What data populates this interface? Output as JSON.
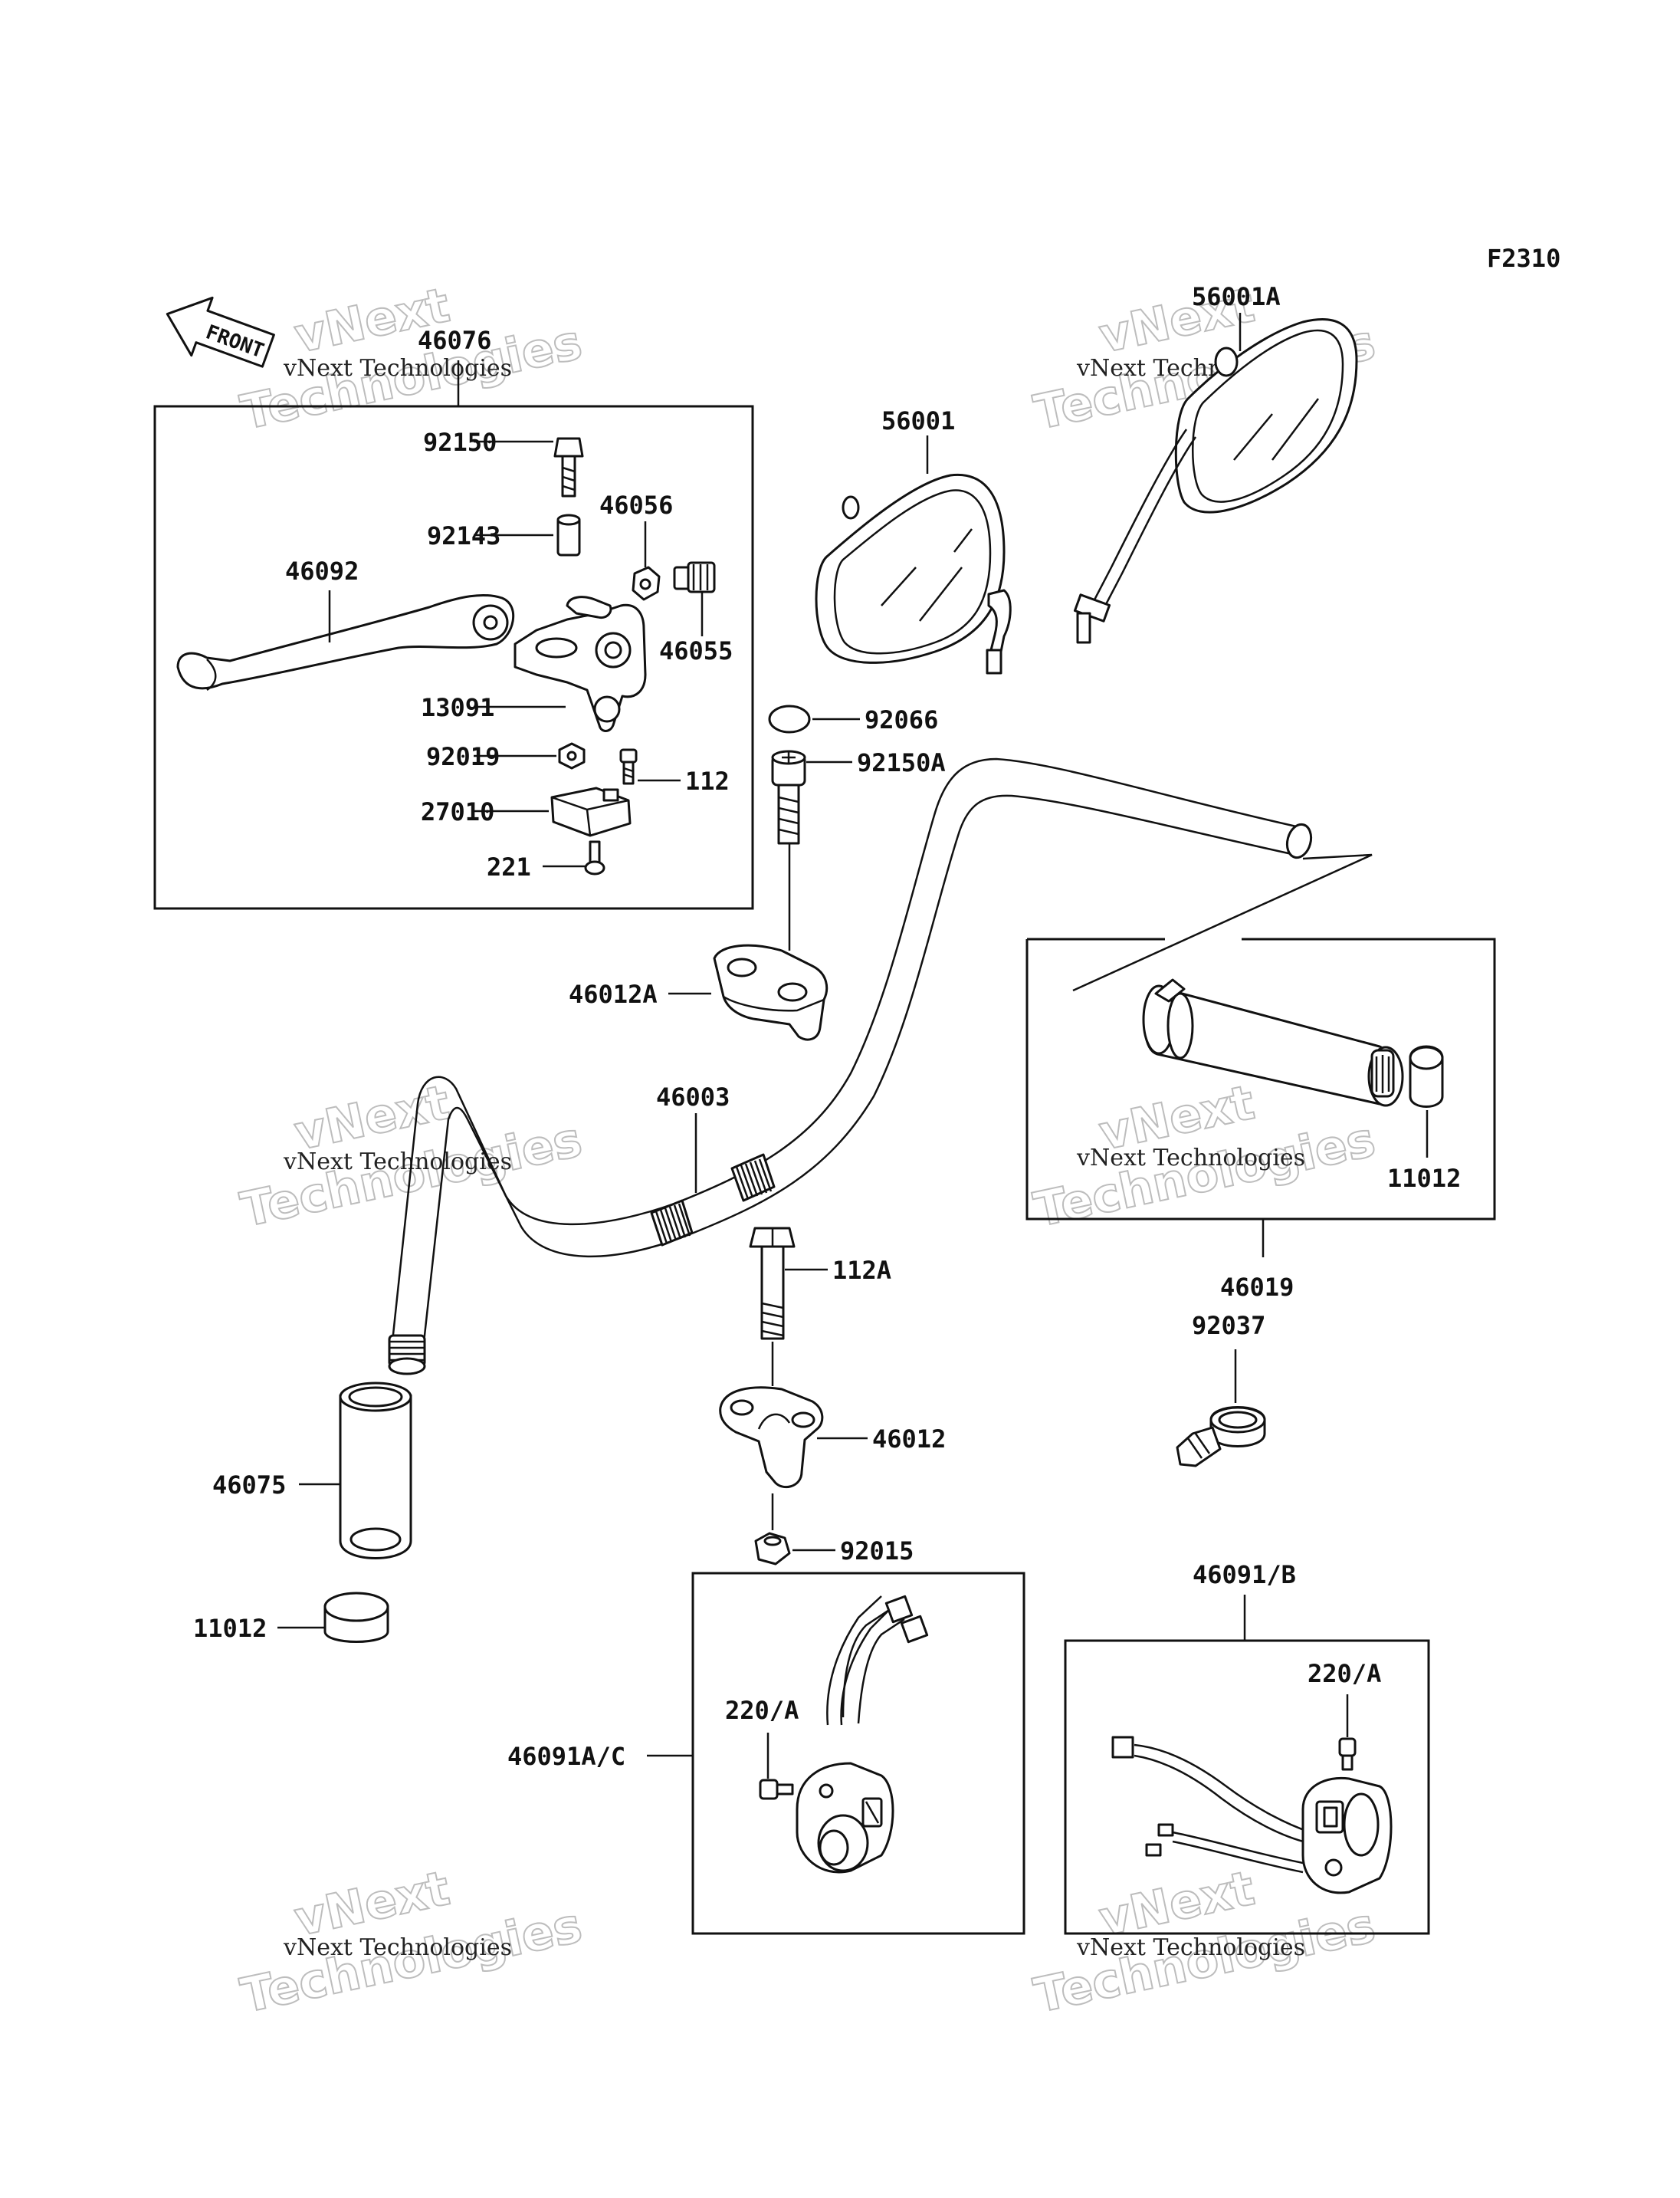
{
  "figure_code": "F2310",
  "front_label": "FRONT",
  "watermark": {
    "line1": "vNext Technologies",
    "line2": "vNext",
    "line3": "Technologies"
  },
  "parts": {
    "p46076": "46076",
    "p92150": "92150",
    "p92143": "92143",
    "p46056": "46056",
    "p46092": "46092",
    "p46055": "46055",
    "p13091": "13091",
    "p92019": "92019",
    "p112": "112",
    "p27010": "27010",
    "p221": "221",
    "p56001": "56001",
    "p56001A": "56001A",
    "p92066": "92066",
    "p92150A": "92150A",
    "p46012A": "46012A",
    "p46003": "46003",
    "p11012_right": "11012",
    "p46019": "46019",
    "p112A": "112A",
    "p92037": "92037",
    "p46012": "46012",
    "p46075": "46075",
    "p92015": "92015",
    "p11012_left": "11012",
    "p46091B": "46091/B",
    "p220A_left": "220/A",
    "p220A_right": "220/A",
    "p46091AC": "46091A/C"
  },
  "colors": {
    "ink": "#111111",
    "watermark": "#bdbdbd",
    "background": "#ffffff"
  }
}
